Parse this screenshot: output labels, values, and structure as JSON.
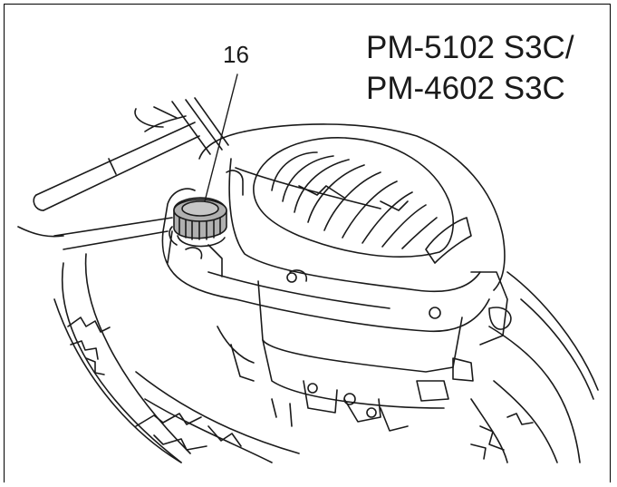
{
  "figure": {
    "callout_number": "16",
    "model_line_1": "PM-5102 S3C/",
    "model_line_2": "PM-4602 S3C",
    "highlight_color": "#b0b0b0",
    "line_color": "#1a1a1a"
  }
}
